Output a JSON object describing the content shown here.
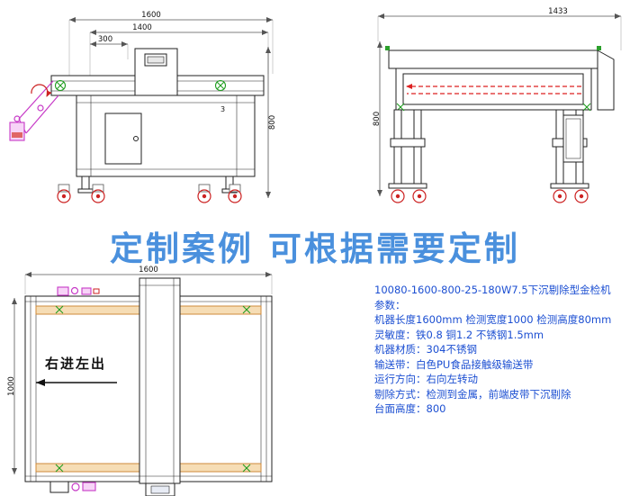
{
  "banner": {
    "title": "定制案例 可根据需要定制",
    "color": "#4a90dd"
  },
  "side_view": {
    "dims": {
      "overall": "1600",
      "belt": "1400",
      "head": "300",
      "height": "800"
    },
    "note": "3"
  },
  "front_view": {
    "dims": {
      "width": "1433",
      "height": "800"
    }
  },
  "plan_view": {
    "dims": {
      "length": "1600",
      "width": "1000"
    },
    "flow": "右进左出"
  },
  "specs": {
    "color": "#1c4fd2",
    "lines": [
      "10080-1600-800-25-180W7.5下沉剔除型金检机",
      "参数：",
      "机器长度1600mm 检测宽度1000 检测高度80mm",
      "灵敏度：铁0.8 铜1.2 不锈钢1.5mm",
      "机器材质：304不锈钢",
      "输送带：白色PU食品接触级输送带",
      "运行方向：右向左转动",
      "剔除方式：检测到金属，前端皮带下沉剔除",
      "台面高度：800"
    ]
  },
  "drawing_colors": {
    "line": "#222222",
    "magenta": "#c73ac7",
    "red": "#cc2222",
    "green": "#1f9d1f",
    "belt_orange": "#cf8a3a"
  }
}
